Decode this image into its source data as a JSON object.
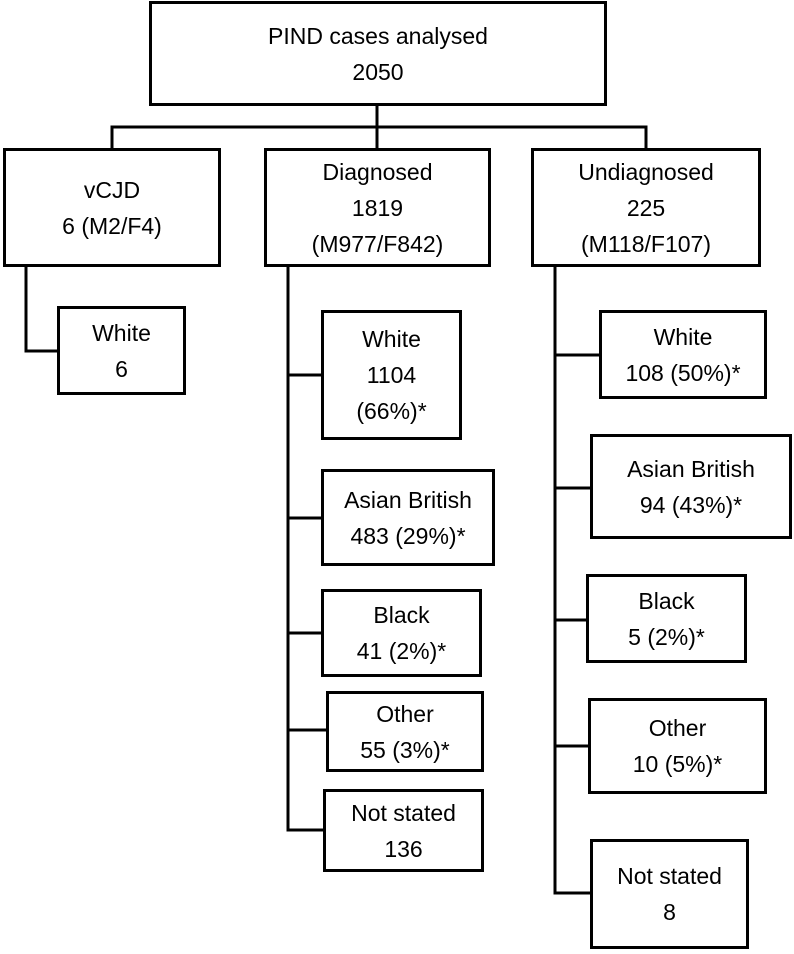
{
  "root": {
    "line1": "PIND cases  analysed",
    "line2": "2050"
  },
  "vcjd": {
    "header": {
      "line1": "vCJD",
      "line2": "6 (M2/F4)"
    },
    "items": [
      {
        "line1": "White",
        "line2": "6"
      }
    ]
  },
  "diagnosed": {
    "header": {
      "line1": "Diagnosed",
      "line2": "1819",
      "line3": "(M977/F842)"
    },
    "items": [
      {
        "line1": "White",
        "line2": "1104",
        "line3": "(66%)*"
      },
      {
        "line1": "Asian British",
        "line2": "483 (29%)*"
      },
      {
        "line1": "Black",
        "line2": "41 (2%)*"
      },
      {
        "line1": "Other",
        "line2": "55 (3%)*"
      },
      {
        "line1": "Not stated",
        "line2": "136"
      }
    ]
  },
  "undiagnosed": {
    "header": {
      "line1": "Undiagnosed",
      "line2": "225",
      "line3": "(M118/F107)"
    },
    "items": [
      {
        "line1": "White",
        "line2": "108 (50%)*"
      },
      {
        "line1": "Asian British",
        "line2": "94 (43%)*"
      },
      {
        "line1": "Black",
        "line2": "5 (2%)*"
      },
      {
        "line1": "Other",
        "line2": "10 (5%)*"
      },
      {
        "line1": "Not stated",
        "line2": "8"
      }
    ]
  }
}
